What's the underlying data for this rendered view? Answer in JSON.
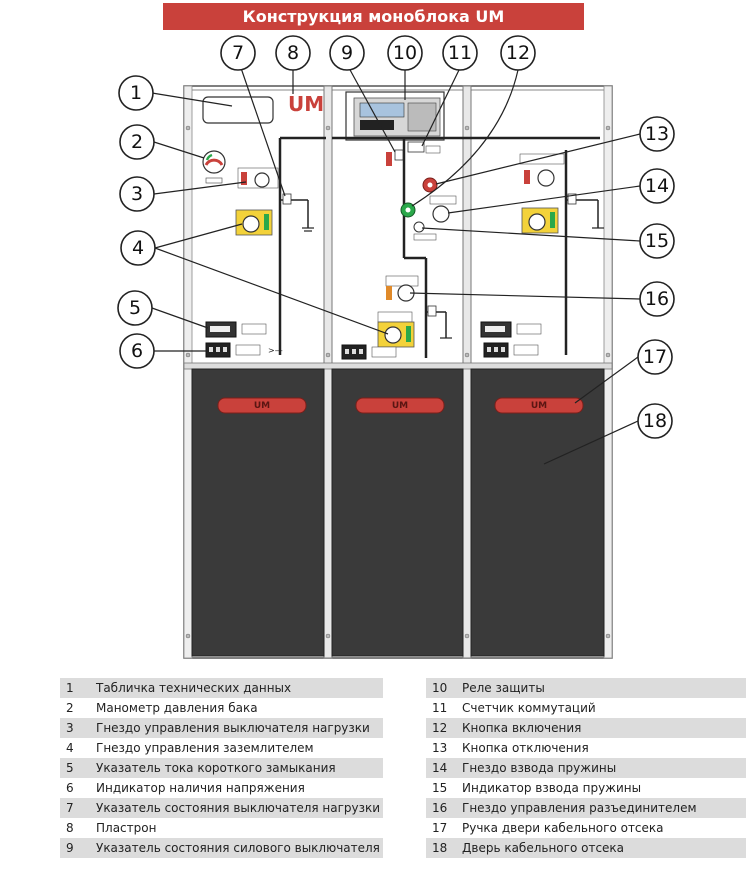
{
  "title": "Конструкция моноблока UM",
  "panel_logo": "UM",
  "door_logo": "UM",
  "callouts": [
    "1",
    "2",
    "3",
    "4",
    "5",
    "6",
    "7",
    "8",
    "9",
    "10",
    "11",
    "12",
    "13",
    "14",
    "15",
    "16",
    "17",
    "18"
  ],
  "legend_left": [
    {
      "num": "1",
      "label": "Табличка технических данных"
    },
    {
      "num": "2",
      "label": "Манометр давления бака"
    },
    {
      "num": "3",
      "label": "Гнездо управления выключателя нагрузки"
    },
    {
      "num": "4",
      "label": "Гнездо управления заземлителем"
    },
    {
      "num": "5",
      "label": "Указатель тока короткого замыкания"
    },
    {
      "num": "6",
      "label": "Индикатор наличия напряжения"
    },
    {
      "num": "7",
      "label": "Указатель состояния выключателя нагрузки"
    },
    {
      "num": "8",
      "label": "Пластрон"
    },
    {
      "num": "9",
      "label": "Указатель состояния силового выключателя"
    },
    {
      "num": "",
      "label": ""
    }
  ],
  "legend_right": [
    {
      "num": "10",
      "label": "Реле защиты"
    },
    {
      "num": "11",
      "label": "Счетчик коммутаций"
    },
    {
      "num": "12",
      "label": "Кнопка включения"
    },
    {
      "num": "13",
      "label": "Кнопка отключения"
    },
    {
      "num": "14",
      "label": "Гнездо взвода пружины"
    },
    {
      "num": "15",
      "label": "Индикатор взвода пружины"
    },
    {
      "num": "16",
      "label": "Гнездо управления разъединителем"
    },
    {
      "num": "17",
      "label": "Ручка двери кабельного отсека"
    },
    {
      "num": "18",
      "label": "Дверь кабельного отсека"
    },
    {
      "num": "",
      "label": ""
    }
  ],
  "colors": {
    "accent": "#c9413b",
    "door": "#3a3a3a",
    "panel": "#ffffff",
    "warning_yellow": "#f3d23a",
    "green_button": "#2aa84a"
  }
}
